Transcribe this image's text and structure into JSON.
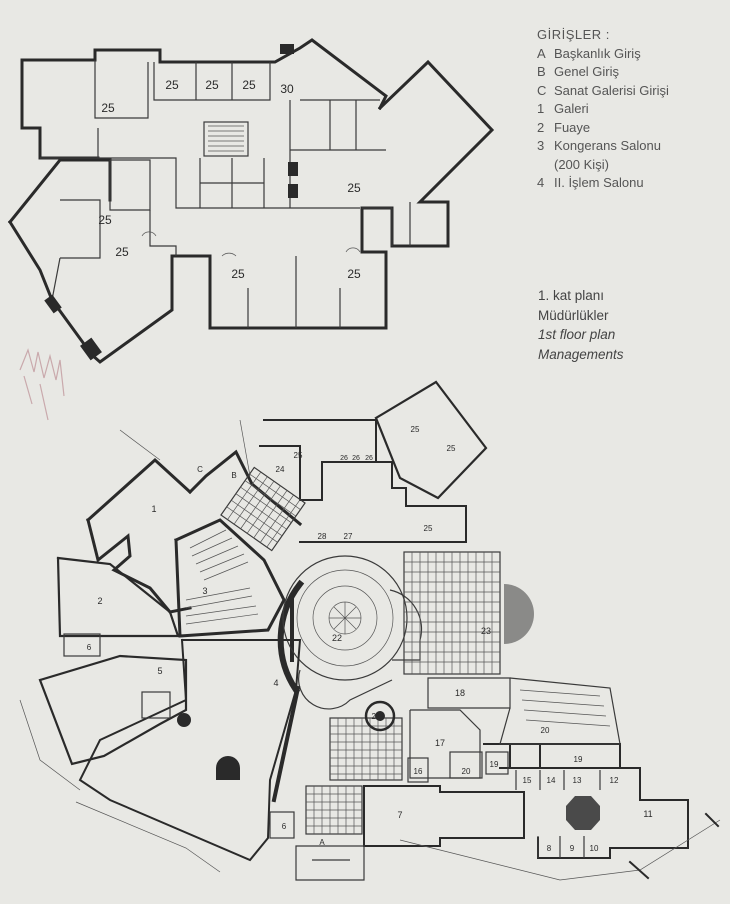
{
  "legend": {
    "title": "GİRİŞLER :",
    "items": [
      {
        "key": "A",
        "label": "Başkanlık Giriş"
      },
      {
        "key": "B",
        "label": "Genel Giriş"
      },
      {
        "key": "C",
        "label": "Sanat Galerisi Girişi"
      },
      {
        "key": "1",
        "label": "Galeri"
      },
      {
        "key": "2",
        "label": "Fuaye"
      },
      {
        "key": "3",
        "label": "Kongerans Salonu"
      },
      {
        "key": "",
        "label": "(200 Kişi)"
      },
      {
        "key": "4",
        "label": "II. İşlem Salonu"
      }
    ]
  },
  "caption": {
    "line1": "1. kat planı",
    "line2": "Müdürlükler",
    "line3": "1st floor plan",
    "line4": "Managements"
  },
  "first_floor": {
    "room_labels": [
      "25",
      "25",
      "25",
      "25",
      "30",
      "25",
      "25",
      "25",
      "25",
      "25"
    ]
  },
  "ground_floor": {
    "room_labels": [
      "1",
      "2",
      "3",
      "4",
      "5",
      "6",
      "6",
      "7",
      "8",
      "9",
      "10",
      "11",
      "12",
      "13",
      "14",
      "15",
      "16",
      "17",
      "18",
      "19",
      "19",
      "20",
      "20",
      "21",
      "22",
      "23",
      "24",
      "25",
      "25",
      "25",
      "25",
      "26",
      "26",
      "26",
      "27",
      "28",
      "A",
      "B",
      "C"
    ]
  }
}
